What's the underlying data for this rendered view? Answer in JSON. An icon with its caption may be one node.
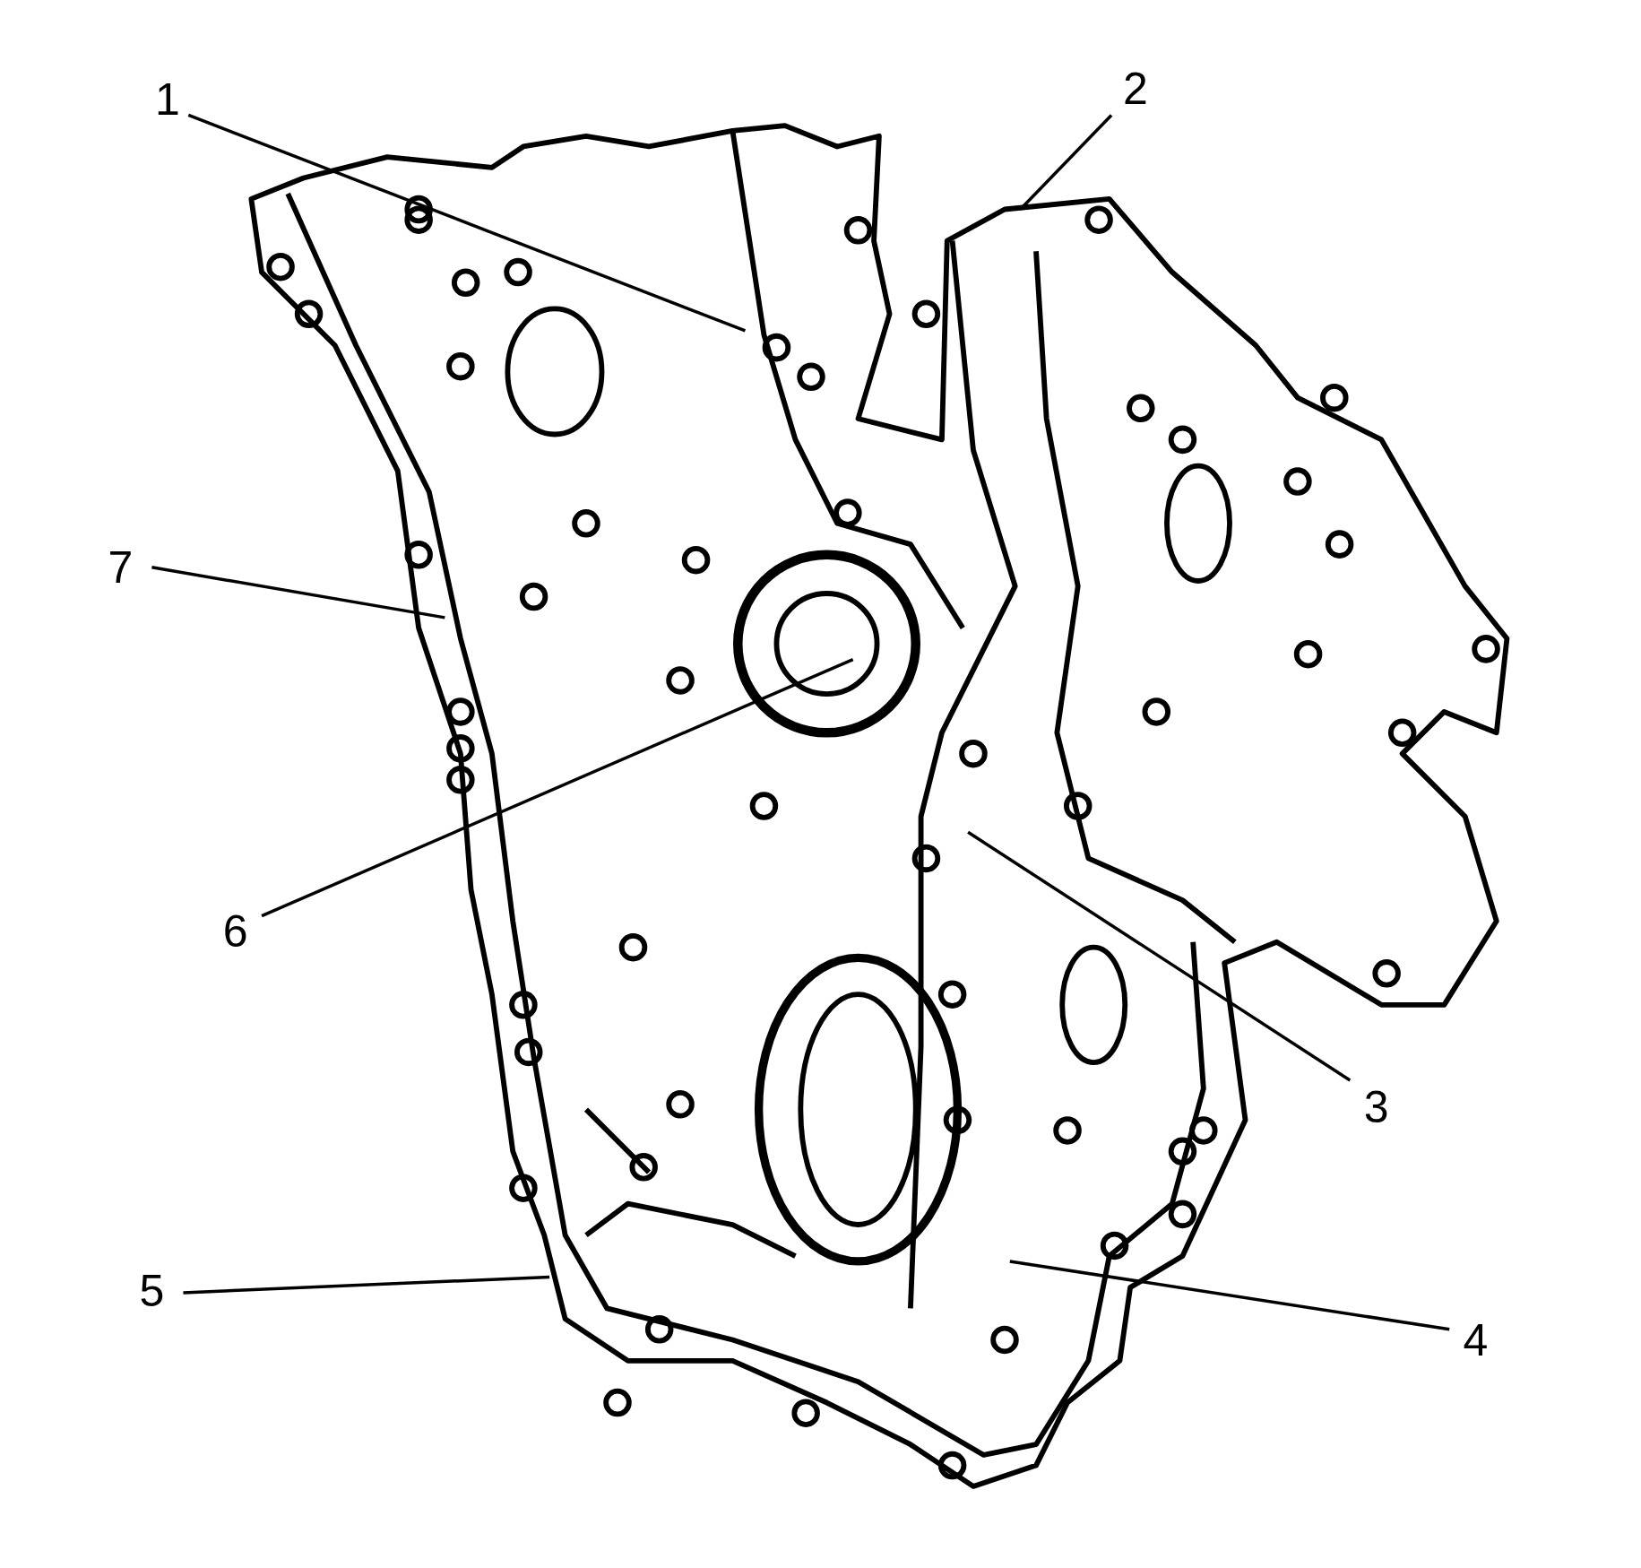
{
  "diagram": {
    "nodes": [
      {
        "text": [
          "1"
        ]
      },
      {
        "text": [
          "2"
        ]
      },
      {
        "text": [
          "3"
        ]
      },
      {
        "text": [
          "4"
        ]
      },
      {
        "text": [
          "5"
        ]
      },
      {
        "text": [
          "6"
        ]
      },
      {
        "text": [
          "7"
        ]
      }
    ],
    "edges": [
      {
        "from": 0,
        "to": null,
        "arrow": "none"
      },
      {
        "from": 1,
        "to": null,
        "arrow": "none"
      },
      {
        "from": 2,
        "to": null,
        "arrow": "none"
      },
      {
        "from": 3,
        "to": null,
        "arrow": "none"
      },
      {
        "from": 4,
        "to": null,
        "arrow": "none"
      },
      {
        "from": 5,
        "to": null,
        "arrow": "none"
      },
      {
        "from": 6,
        "to": null,
        "arrow": "none"
      }
    ]
  }
}
